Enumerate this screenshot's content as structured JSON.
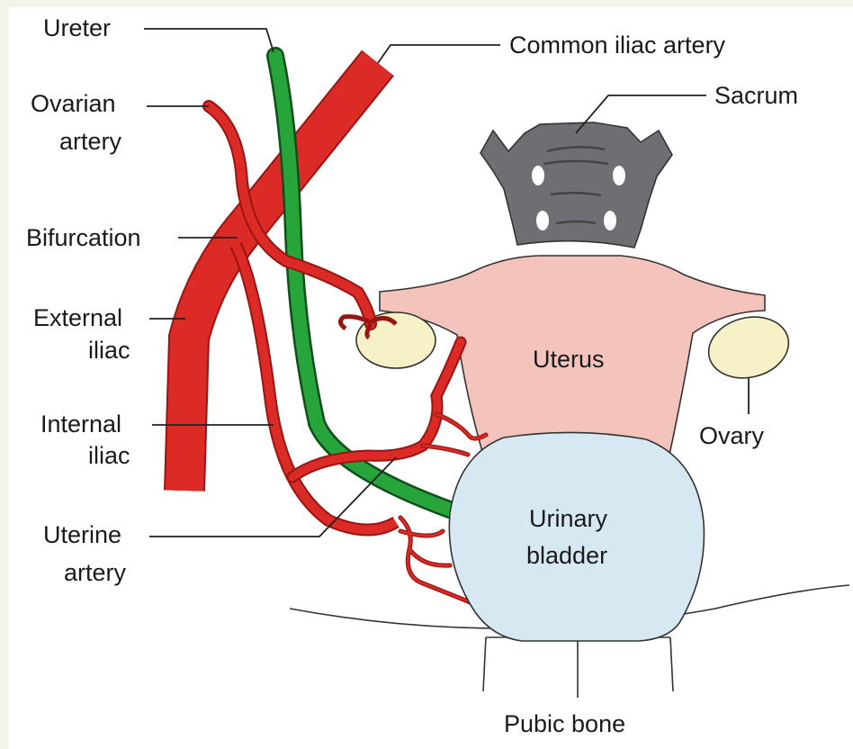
{
  "labels": {
    "ureter": "Ureter",
    "common_iliac_artery": "Common iliac artery",
    "ovarian_line1": "Ovarian",
    "ovarian_line2": "artery",
    "sacrum": "Sacrum",
    "bifurcation": "Bifurcation",
    "external_line1": "External",
    "external_line2": "iliac",
    "uterus": "Uterus",
    "internal_line1": "Internal",
    "internal_line2": "iliac",
    "ovary": "Ovary",
    "uterine_line1": "Uterine",
    "uterine_line2": "artery",
    "bladder_line1": "Urinary",
    "bladder_line2": "bladder",
    "pubic_bone": "Pubic bone"
  },
  "colors": {
    "artery": "#dc2a26",
    "artery_outline": "#9a1512",
    "ureter": "#27a53b",
    "ureter_outline": "#0f4f1a",
    "sacrum": "#6f6f73",
    "uterus": "#f4c3bc",
    "ovary": "#f7f1c7",
    "bladder": "#d6e9f2"
  }
}
